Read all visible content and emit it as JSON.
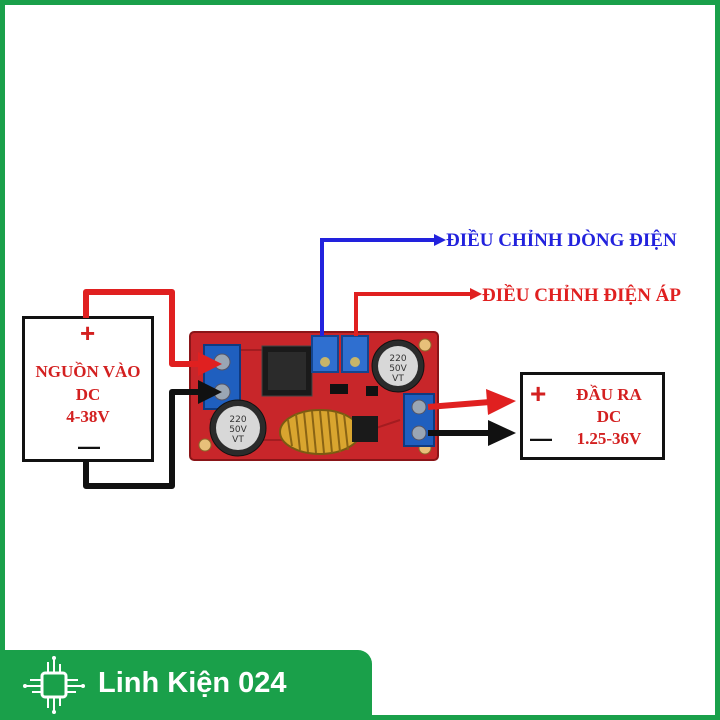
{
  "input": {
    "plus": "+",
    "title": "NGUỒN VÀO",
    "type": "DC",
    "range": "4-38V",
    "minus": "—"
  },
  "output": {
    "plus": "+",
    "title": "ĐẦU RA",
    "type": "DC",
    "range": "1.25-36V",
    "minus": "—"
  },
  "callouts": {
    "current": "ĐIỀU CHỈNH DÒNG ĐIỆN",
    "voltage": "ĐIỀU CHỈNH ĐIỆN ÁP"
  },
  "board": {
    "cap_left": [
      "220",
      "50V",
      "VT"
    ],
    "cap_right": [
      "220",
      "50V",
      "VT"
    ]
  },
  "brand": {
    "name": "Linh Kiện 024"
  },
  "colors": {
    "frame": "#1aa04a",
    "positive_wire": "#e02020",
    "negative_wire": "#111111",
    "current_callout": "#2222dd",
    "voltage_callout": "#e02020",
    "pcb": "#c8262a",
    "terminal": "#1f5fbf",
    "potentiometer": "#2f6fd0"
  }
}
